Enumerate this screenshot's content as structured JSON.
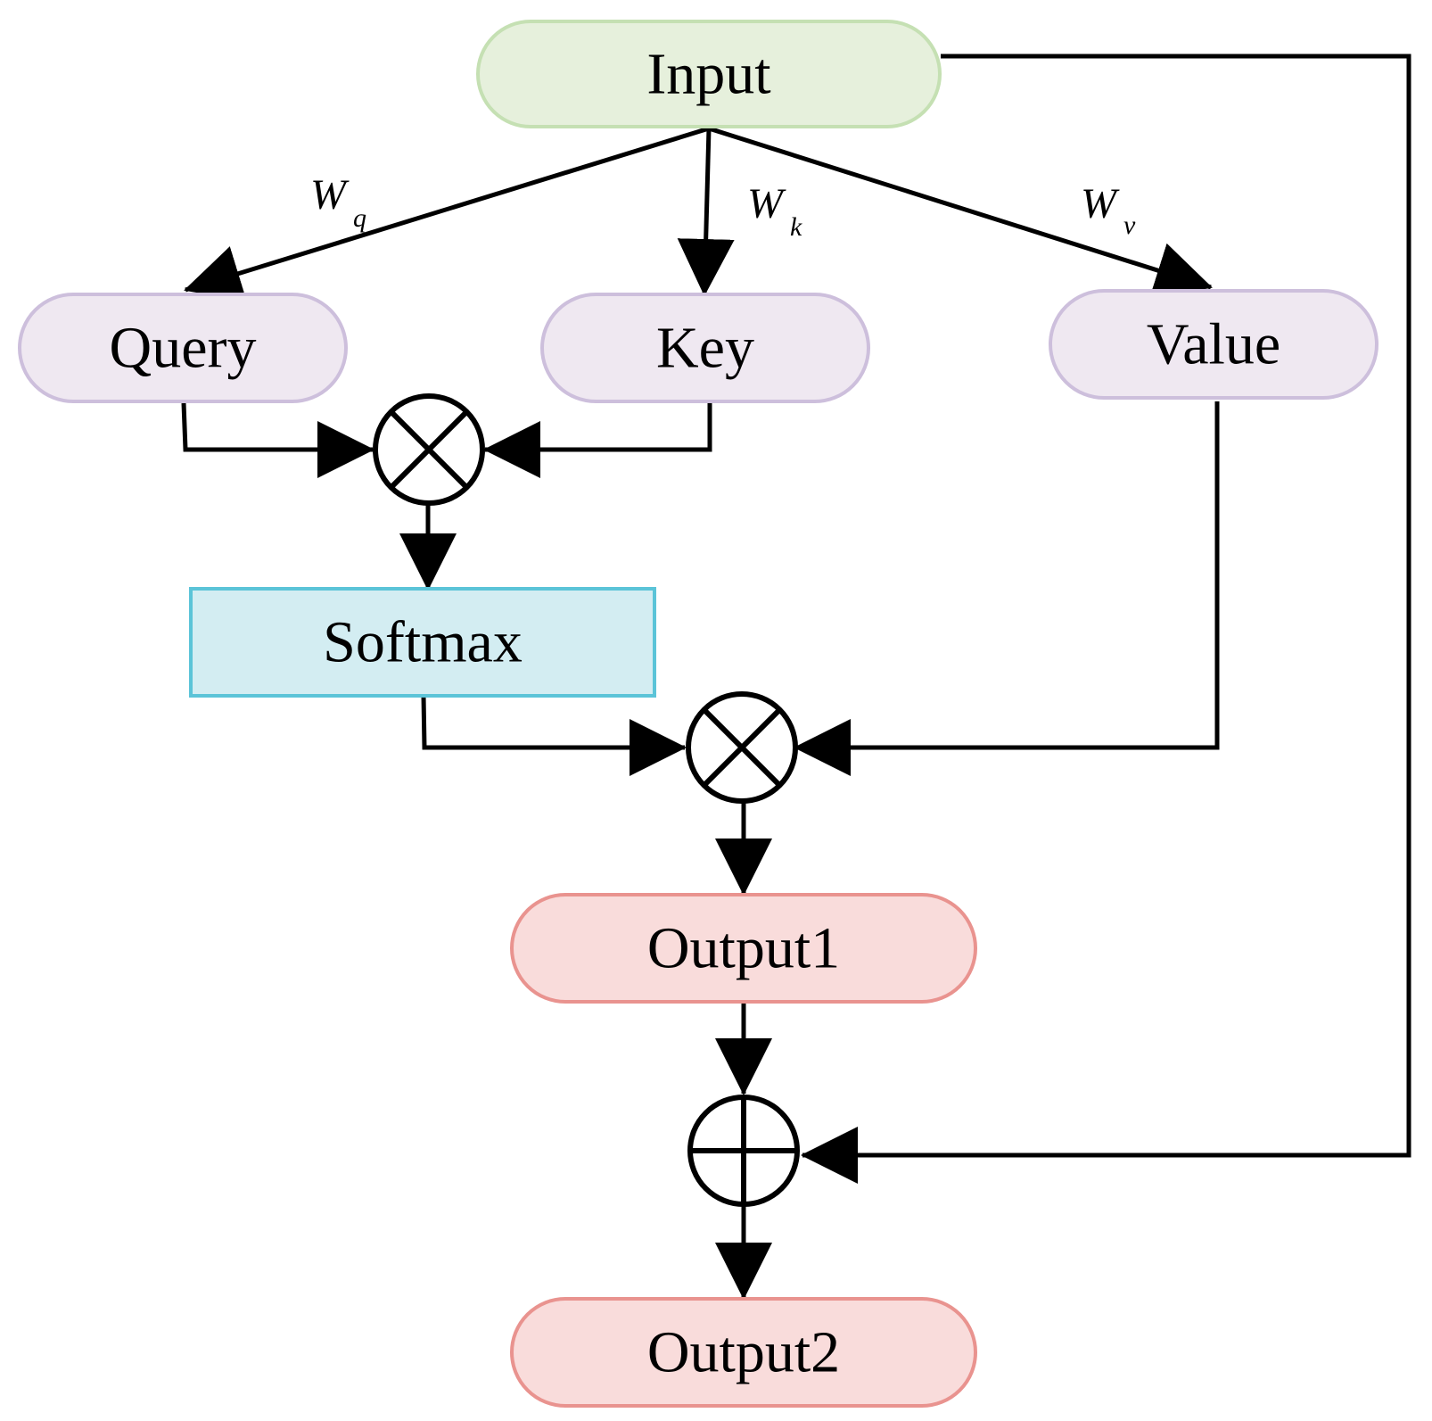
{
  "nodes": {
    "input": "Input",
    "query": "Query",
    "key": "Key",
    "value": "Value",
    "softmax": "Softmax",
    "output1": "Output1",
    "output2": "Output2"
  },
  "weights": {
    "q": {
      "main": "W",
      "sub": "q"
    },
    "k": {
      "main": "W",
      "sub": "k"
    },
    "v": {
      "main": "W",
      "sub": "v"
    }
  },
  "colors": {
    "input_fill": "#e6f0dc",
    "input_stroke": "#c5e0b3",
    "qkv_fill": "#efe8f1",
    "qkv_stroke": "#cdbfdc",
    "softmax_fill": "#d3edf2",
    "softmax_stroke": "#5bc4d8",
    "output_fill": "#f9dcdb",
    "output_stroke": "#e9938f"
  },
  "operators": {
    "matmul_1": "multiply-icon",
    "matmul_2": "multiply-icon",
    "add": "plus-icon"
  }
}
